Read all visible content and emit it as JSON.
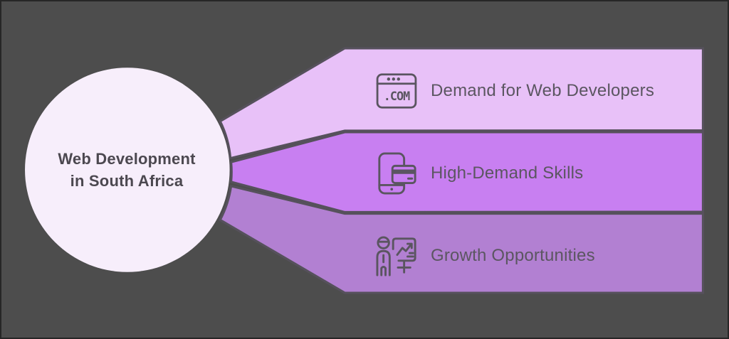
{
  "canvas": {
    "background": "#4d4d4d",
    "border_color": "#262626",
    "edge_stroke": "#56515c"
  },
  "hub": {
    "title_line1": "Web Development",
    "title_line2": "in South Africa",
    "fill": "#f7eefb",
    "text_color": "#4c4850"
  },
  "items": [
    {
      "label": "Demand for Web Developers",
      "icon": "browser-dotcom-icon",
      "icon_text": ".COM",
      "fill": "#e8c1f8"
    },
    {
      "label": "High-Demand Skills",
      "icon": "phone-card-icon",
      "fill": "#c87ff1"
    },
    {
      "label": "Growth Opportunities",
      "icon": "presenter-chart-icon",
      "fill": "#b280d2"
    }
  ],
  "label_text_color": "#5b5661"
}
